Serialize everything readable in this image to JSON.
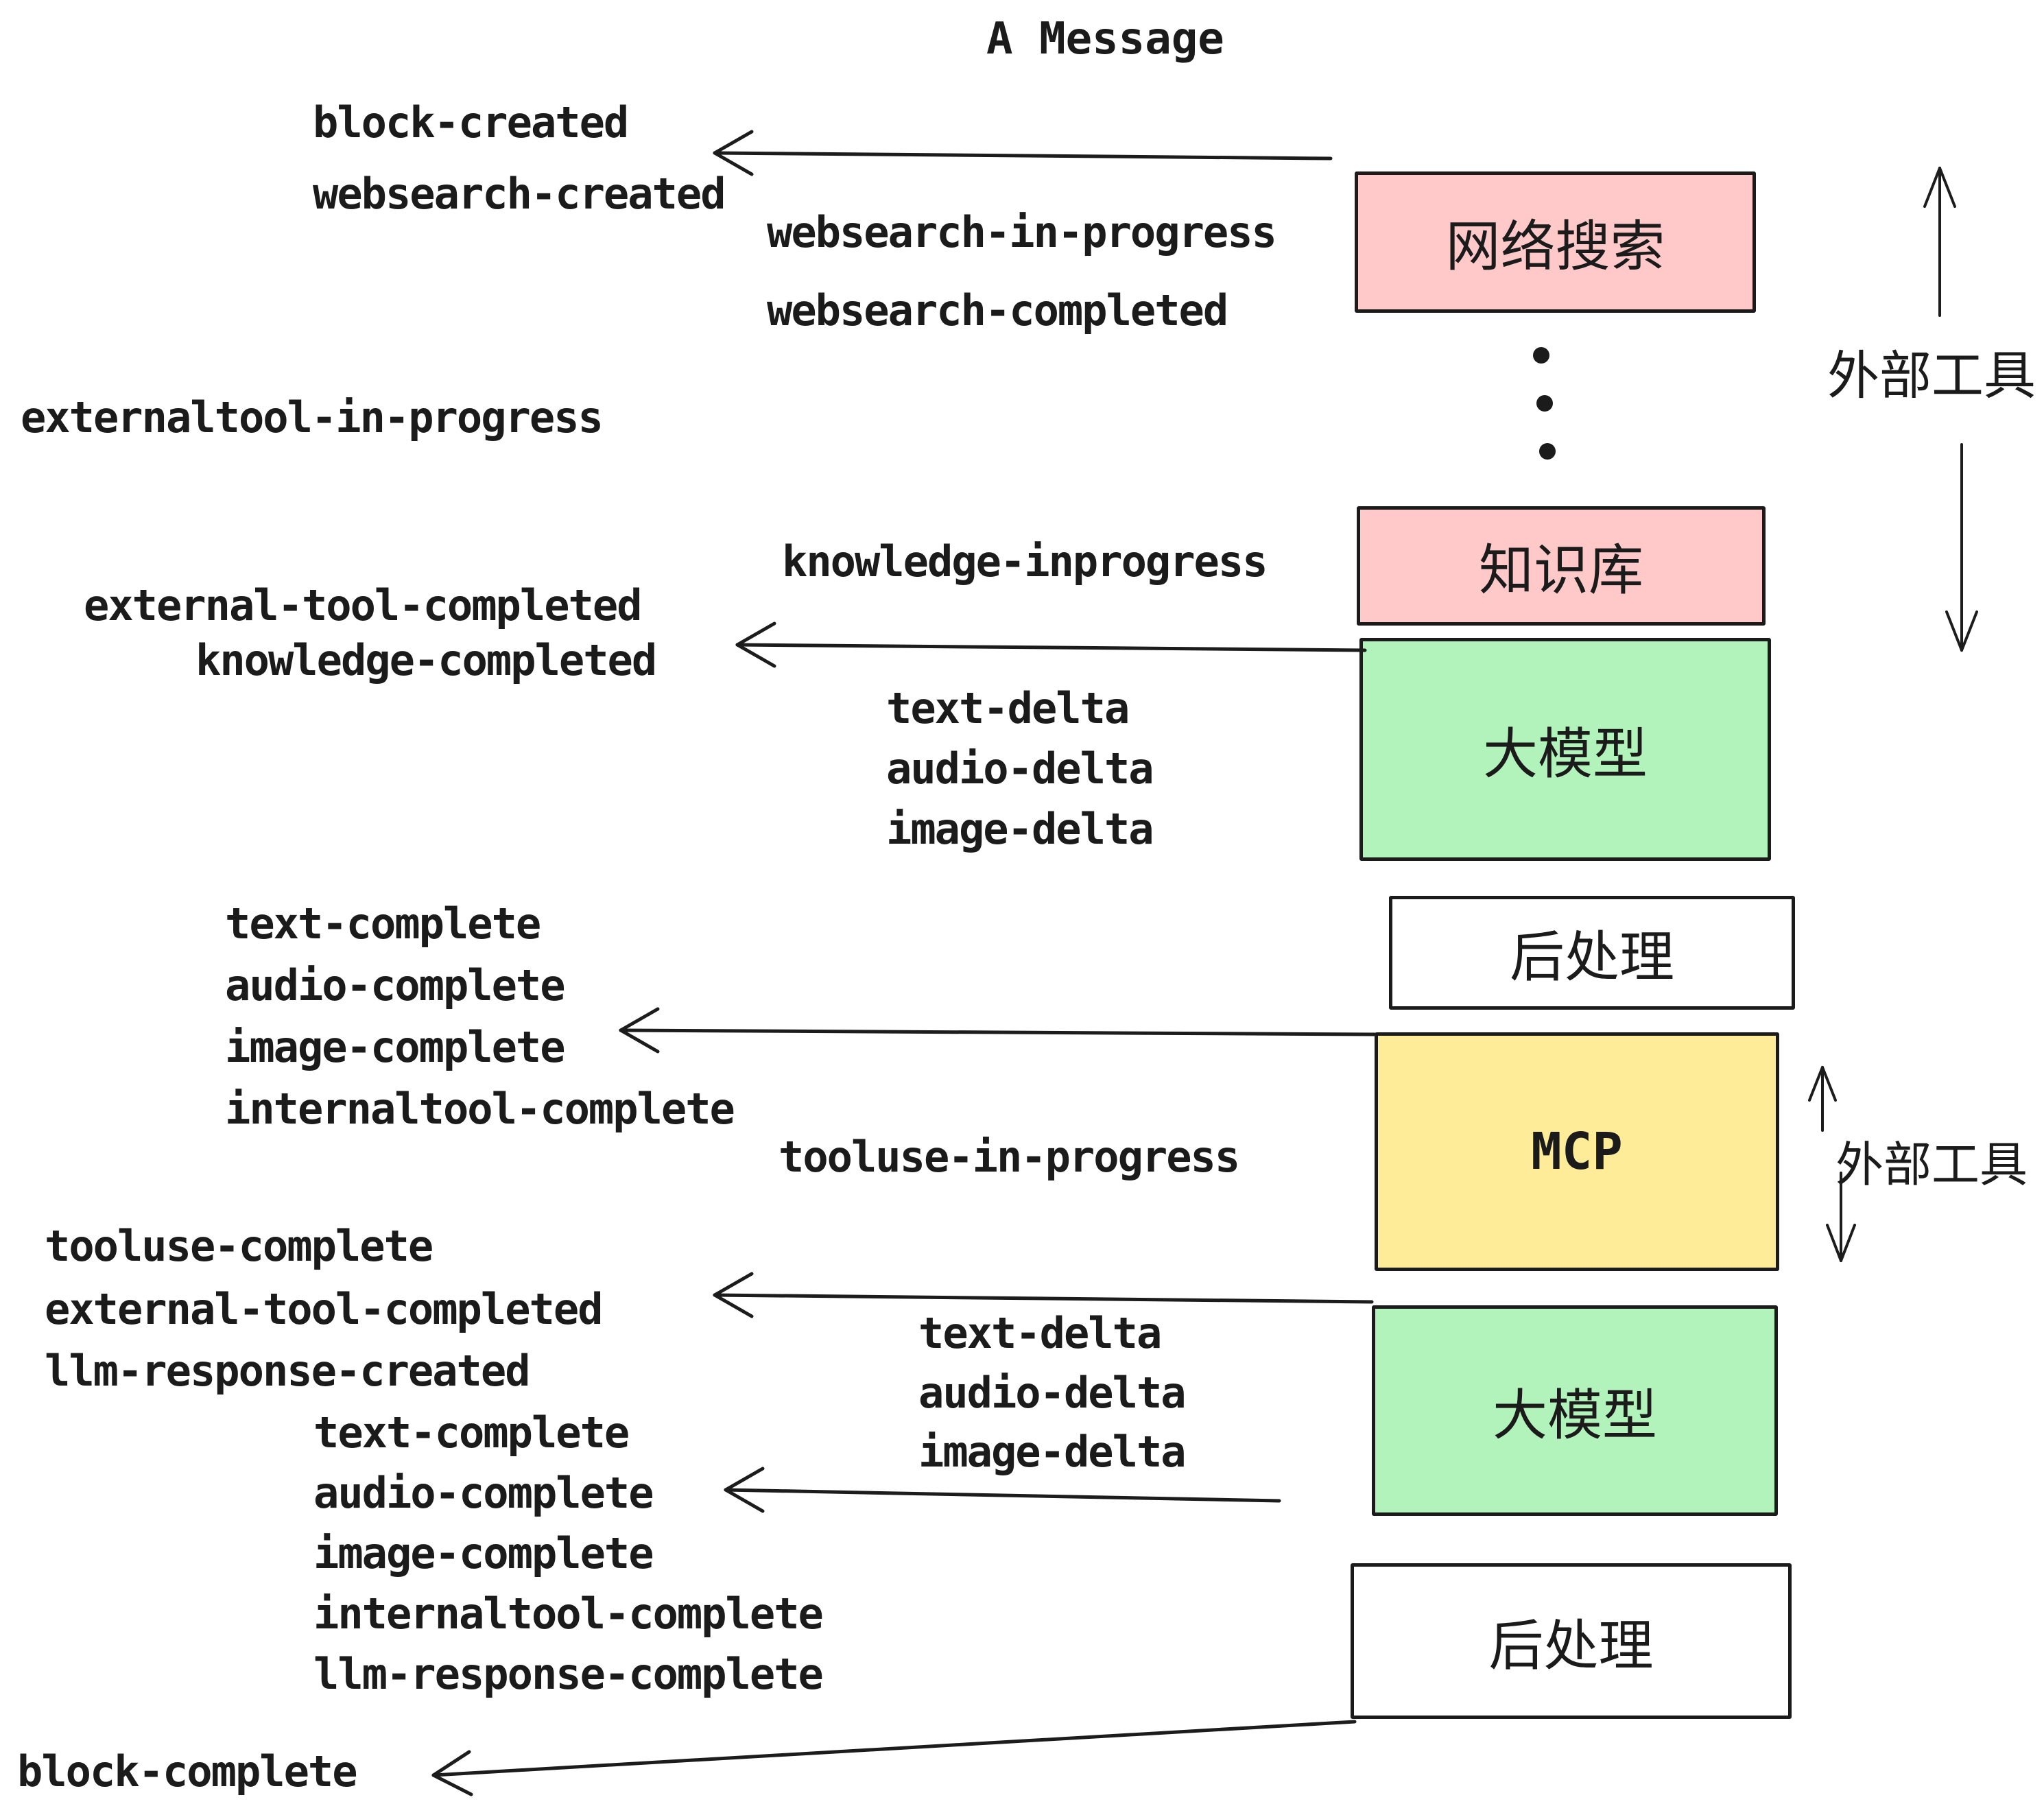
{
  "title": "A Message",
  "labels": {
    "external_tools_top": "外部工具",
    "external_tools_mid": "外部工具"
  },
  "boxes": {
    "websearch": "网络搜索",
    "knowledge": "知识库",
    "llm1": "大模型",
    "post1": "后处理",
    "mcp": "MCP",
    "llm2": "大模型",
    "post2": "后处理"
  },
  "events": [
    "block-created",
    "websearch-created",
    "websearch-in-progress",
    "websearch-completed",
    "externaltool-in-progress",
    "knowledge-inprogress",
    "external-tool-completed",
    "knowledge-completed",
    "text-delta",
    "audio-delta",
    "image-delta",
    "text-complete",
    "audio-complete",
    "image-complete",
    "internaltool-complete",
    "tooluse-in-progress",
    "tooluse-complete",
    "external-tool-completed",
    "llm-response-created",
    "text-complete",
    "audio-complete",
    "image-complete",
    "internaltool-complete",
    "llm-response-complete",
    "text-delta",
    "audio-delta",
    "image-delta",
    "block-complete"
  ],
  "colors": {
    "box_pink": "#ffc9c9",
    "box_green": "#b2f2bb",
    "box_yellow": "#ffec99",
    "box_white": "#ffffff",
    "ink": "#1b1b1b"
  }
}
